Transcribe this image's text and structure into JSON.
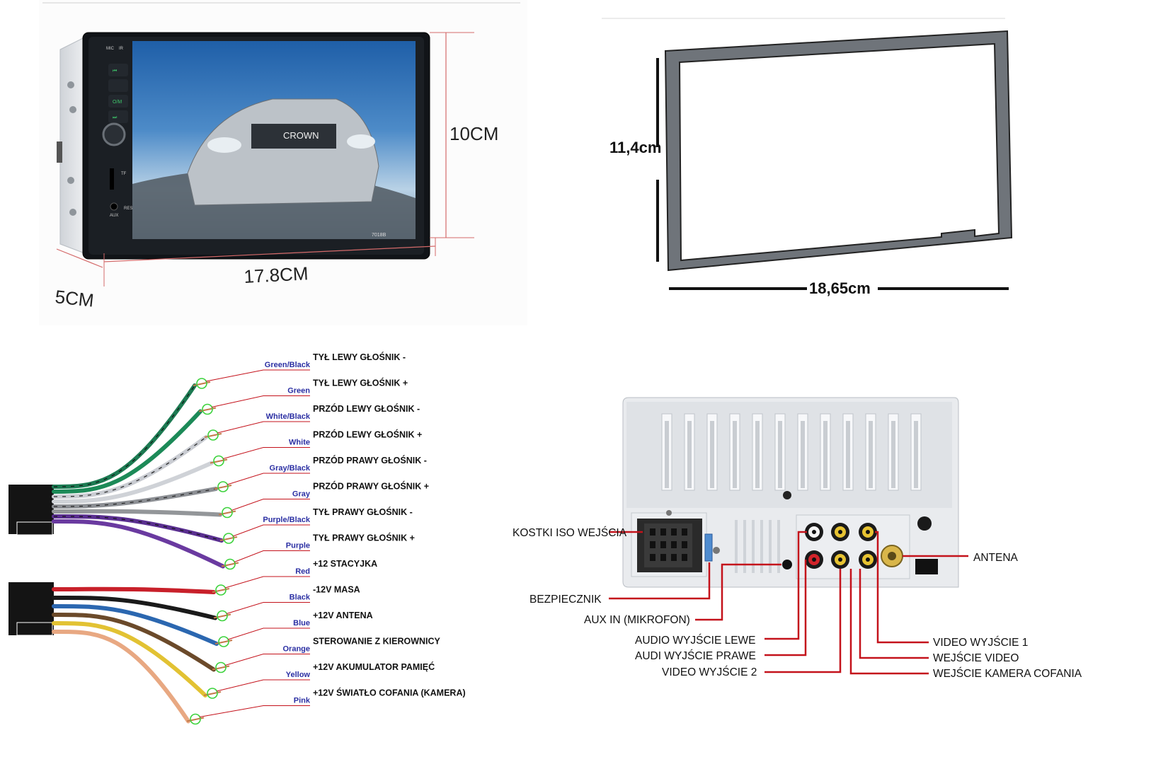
{
  "dimensions": {
    "height": "10CM",
    "width": "17.8CM",
    "depth": "5CM",
    "frame_height": "11,4cm",
    "frame_width": "18,65cm"
  },
  "radio": {
    "model": "7018B",
    "car_badge": "CROWN",
    "mic_label": "MIC",
    "ir_label": "IR",
    "power_label": "O/M",
    "tf_label": "TF",
    "res_label": "RES",
    "aux_label": "AUX"
  },
  "wiring": {
    "group1": [
      {
        "color_name": "Green/Black",
        "function": "TYŁ LEWY GŁOŚNIK -",
        "color": "#1c7a52",
        "stripe": "#111111"
      },
      {
        "color_name": "Green",
        "function": "TYŁ LEWY GŁOŚNIK +",
        "color": "#1c8a58",
        "stripe": ""
      },
      {
        "color_name": "White/Black",
        "function": "PRZÓD LEWY GŁOŚNIK -",
        "color": "#c9ccd2",
        "stripe": "#222222"
      },
      {
        "color_name": "White",
        "function": "PRZÓD LEWY GŁOŚNIK +",
        "color": "#cfd2d7",
        "stripe": ""
      },
      {
        "color_name": "Gray/Black",
        "function": "PRZÓD PRAWY GŁOŚNIK -",
        "color": "#8c8f94",
        "stripe": "#222222"
      },
      {
        "color_name": "Gray",
        "function": "PRZÓD PRAWY GŁOŚNIK +",
        "color": "#939699",
        "stripe": ""
      },
      {
        "color_name": "Purple/Black",
        "function": "TYŁ PRAWY GŁOŚNIK -",
        "color": "#5a2f90",
        "stripe": "#111111"
      },
      {
        "color_name": "Purple",
        "function": "TYŁ PRAWY GŁOŚNIK +",
        "color": "#6a3aa0",
        "stripe": ""
      }
    ],
    "group2": [
      {
        "color_name": "Red",
        "function": "+12 STACYJKA",
        "color": "#c8202a",
        "stripe": ""
      },
      {
        "color_name": "Black",
        "function": "-12V MASA",
        "color": "#1a1a1a",
        "stripe": ""
      },
      {
        "color_name": "Blue",
        "function": "+12V ANTENA",
        "color": "#2b67b0",
        "stripe": ""
      },
      {
        "color_name": "Orange",
        "function": "STEROWANIE Z KIEROWNICY",
        "color": "#6b4a2a",
        "stripe": ""
      },
      {
        "color_name": "Yellow",
        "function": "+12V AKUMULATOR PAMIĘĆ",
        "color": "#e2c233",
        "stripe": ""
      },
      {
        "color_name": "Pink",
        "function": "+12V ŚWIATŁO COFANIA (KAMERA)",
        "color": "#e8a882",
        "stripe": ""
      }
    ]
  },
  "back_panel": {
    "iso": "KOSTKI ISO WEJŚCIA",
    "fuse": "BEZPIECZNIK",
    "aux_in": "AUX IN (MIKROFON)",
    "audio_out_left": "AUDIO WYJŚCIE LEWE",
    "audio_out_right": "AUDI WYJŚCIE PRAWE",
    "video_out_2": "VIDEO WYJŚCIE 2",
    "antenna": "ANTENA",
    "video_out_1": "VIDEO WYJŚCIE 1",
    "video_in": "WEJŚCIE VIDEO",
    "camera_in": "WEJŚCIE KAMERA COFANIA"
  },
  "colors": {
    "callout_line": "#c4121b",
    "wire_label": "#2b2fa3",
    "frame_border": "#333333"
  }
}
